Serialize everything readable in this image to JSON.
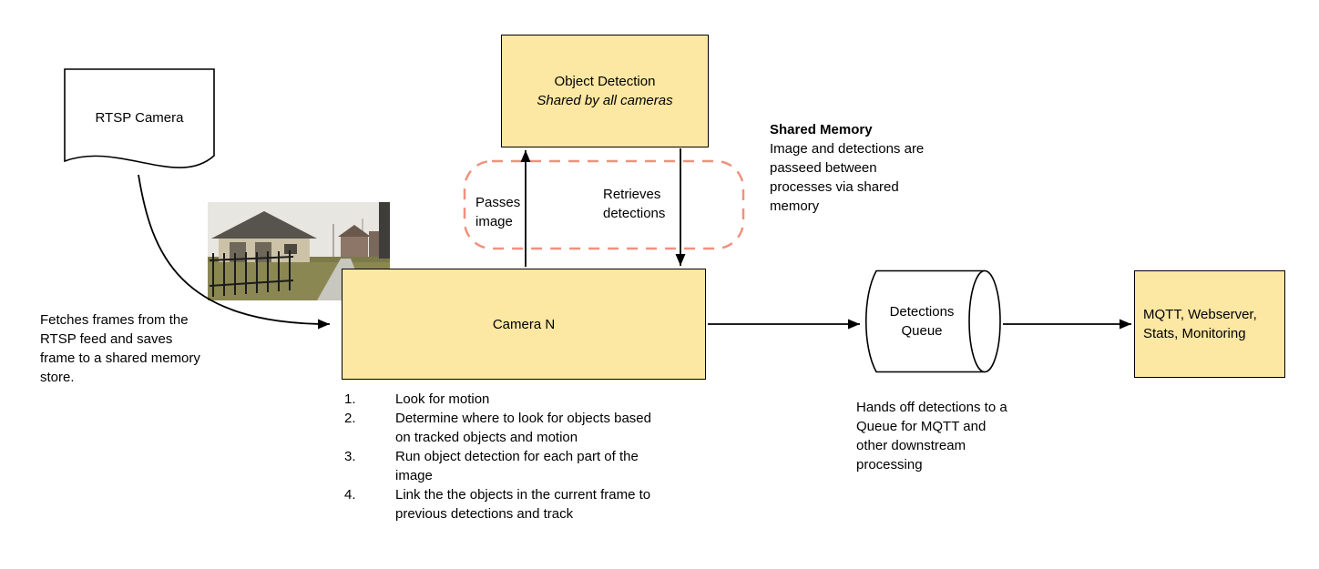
{
  "colors": {
    "node_fill": "#FCE7A3",
    "node_border": "#000000",
    "shared_memory_border": "#F0917E",
    "background": "#FFFFFF",
    "arrow": "#000000"
  },
  "nodes": {
    "rtsp_camera": {
      "label": "RTSP Camera"
    },
    "object_detection": {
      "title": "Object Detection",
      "subtitle": "Shared by all cameras"
    },
    "camera_n": {
      "label": "Camera N"
    },
    "detections_queue": {
      "label": "Detections Queue"
    },
    "outputs": {
      "label": "MQTT, Webserver, Stats, Monitoring"
    }
  },
  "edge_labels": {
    "passes_image": "Passes image",
    "retrieves_detections": "Retrieves detections"
  },
  "annotations": {
    "shared_memory_title": "Shared Memory",
    "shared_memory_body": "Image and detections are passeed between processes via shared memory",
    "fetch_frames": "Fetches frames from the RTSP feed and saves frame to a shared memory store.",
    "camera_steps": [
      {
        "num": "1.",
        "text": "Look for motion"
      },
      {
        "num": "2.",
        "text": "Determine where to look for objects based on tracked objects and motion"
      },
      {
        "num": "3.",
        "text": "Run object detection for each part of the image"
      },
      {
        "num": "4.",
        "text": "Link the the objects in the current frame to previous detections and track"
      }
    ],
    "queue_handoff": "Hands off detections to a Queue for MQTT and other downstream processing"
  }
}
